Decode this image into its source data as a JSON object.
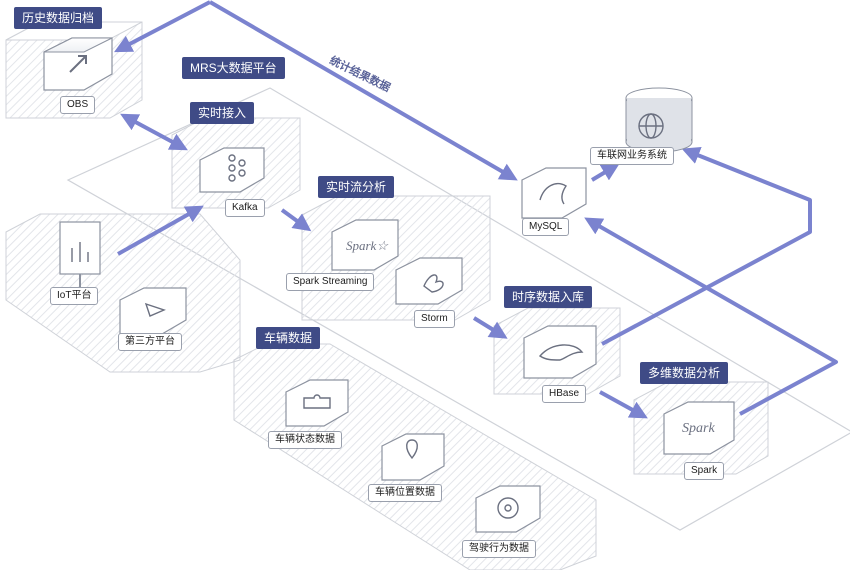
{
  "groups": {
    "history": "历史数据归档",
    "mrs": "MRS大数据平台",
    "realtime_ingest": "实时接入",
    "stream_analysis": "实时流分析",
    "ts_storage": "时序数据入库",
    "multi_analysis": "多维数据分析",
    "vehicle_data": "车辆数据"
  },
  "nodes": {
    "obs": "OBS",
    "kafka": "Kafka",
    "spark_streaming": "Spark Streaming",
    "storm": "Storm",
    "hbase": "HBase",
    "spark": "Spark",
    "mysql": "MySQL",
    "iov": "车联网业务系统",
    "iot": "IoT平台",
    "third_party": "第三方平台",
    "vehicle_status": "车辆状态数据",
    "vehicle_location": "车辆位置数据",
    "driving_behavior": "驾驶行为数据"
  },
  "annotations": {
    "stats_result": "统计结果数据"
  },
  "icons": {
    "obs": "upload-arrow-icon",
    "kafka": "kafka-icon",
    "spark_streaming": "spark-logo-icon",
    "storm": "storm-icon",
    "hbase": "hbase-orca-icon",
    "spark": "spark-logo-icon",
    "mysql": "mysql-dolphin-icon",
    "iov": "globe-icon",
    "iot": "monitor-icon",
    "third_party": "navigation-arrow-icon",
    "vehicle_status": "puzzle-icon",
    "vehicle_location": "location-pin-icon",
    "driving_behavior": "steering-wheel-icon"
  },
  "colors": {
    "arrow": "#7b83cf",
    "tag_bg": "#3f4b86",
    "platform_border": "#cfd2d8"
  }
}
